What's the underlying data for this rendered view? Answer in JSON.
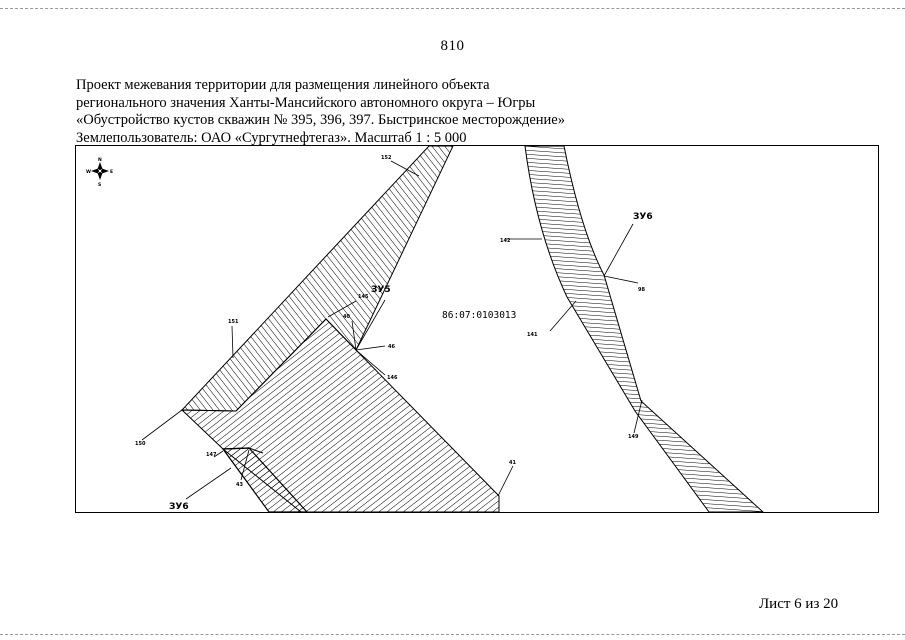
{
  "page": {
    "number": "810"
  },
  "header": {
    "lines": [
      "Проект межевания территории для размещения линейного объекта",
      "регионального значения Ханты-Мансийского автономного округа – Югры",
      "«Обустройство кустов скважин № 395, 396, 397. Быстринское месторождение»",
      "Землепользователь: ОАО «Сургутнефтегаз». Масштаб 1 : 5 000"
    ]
  },
  "map": {
    "compass": {
      "north": "N",
      "south": "S",
      "west": "W",
      "east": "E"
    },
    "cadastral_number": "86:07:0103013",
    "zones": {
      "zu5": "ЗУ5",
      "zu6_right": "ЗУ6",
      "zu6_bottom": "ЗУ6"
    },
    "points": {
      "p152": "152",
      "p142": "142",
      "p98": "98",
      "p141": "141",
      "p149": "149",
      "p145": "145",
      "p40": "40",
      "p46": "46",
      "p146": "146",
      "p151": "151",
      "p150": "150",
      "p147": "147",
      "p43": "43",
      "p41": "41"
    }
  },
  "footer": {
    "sheet": "Лист 6 из 20"
  }
}
